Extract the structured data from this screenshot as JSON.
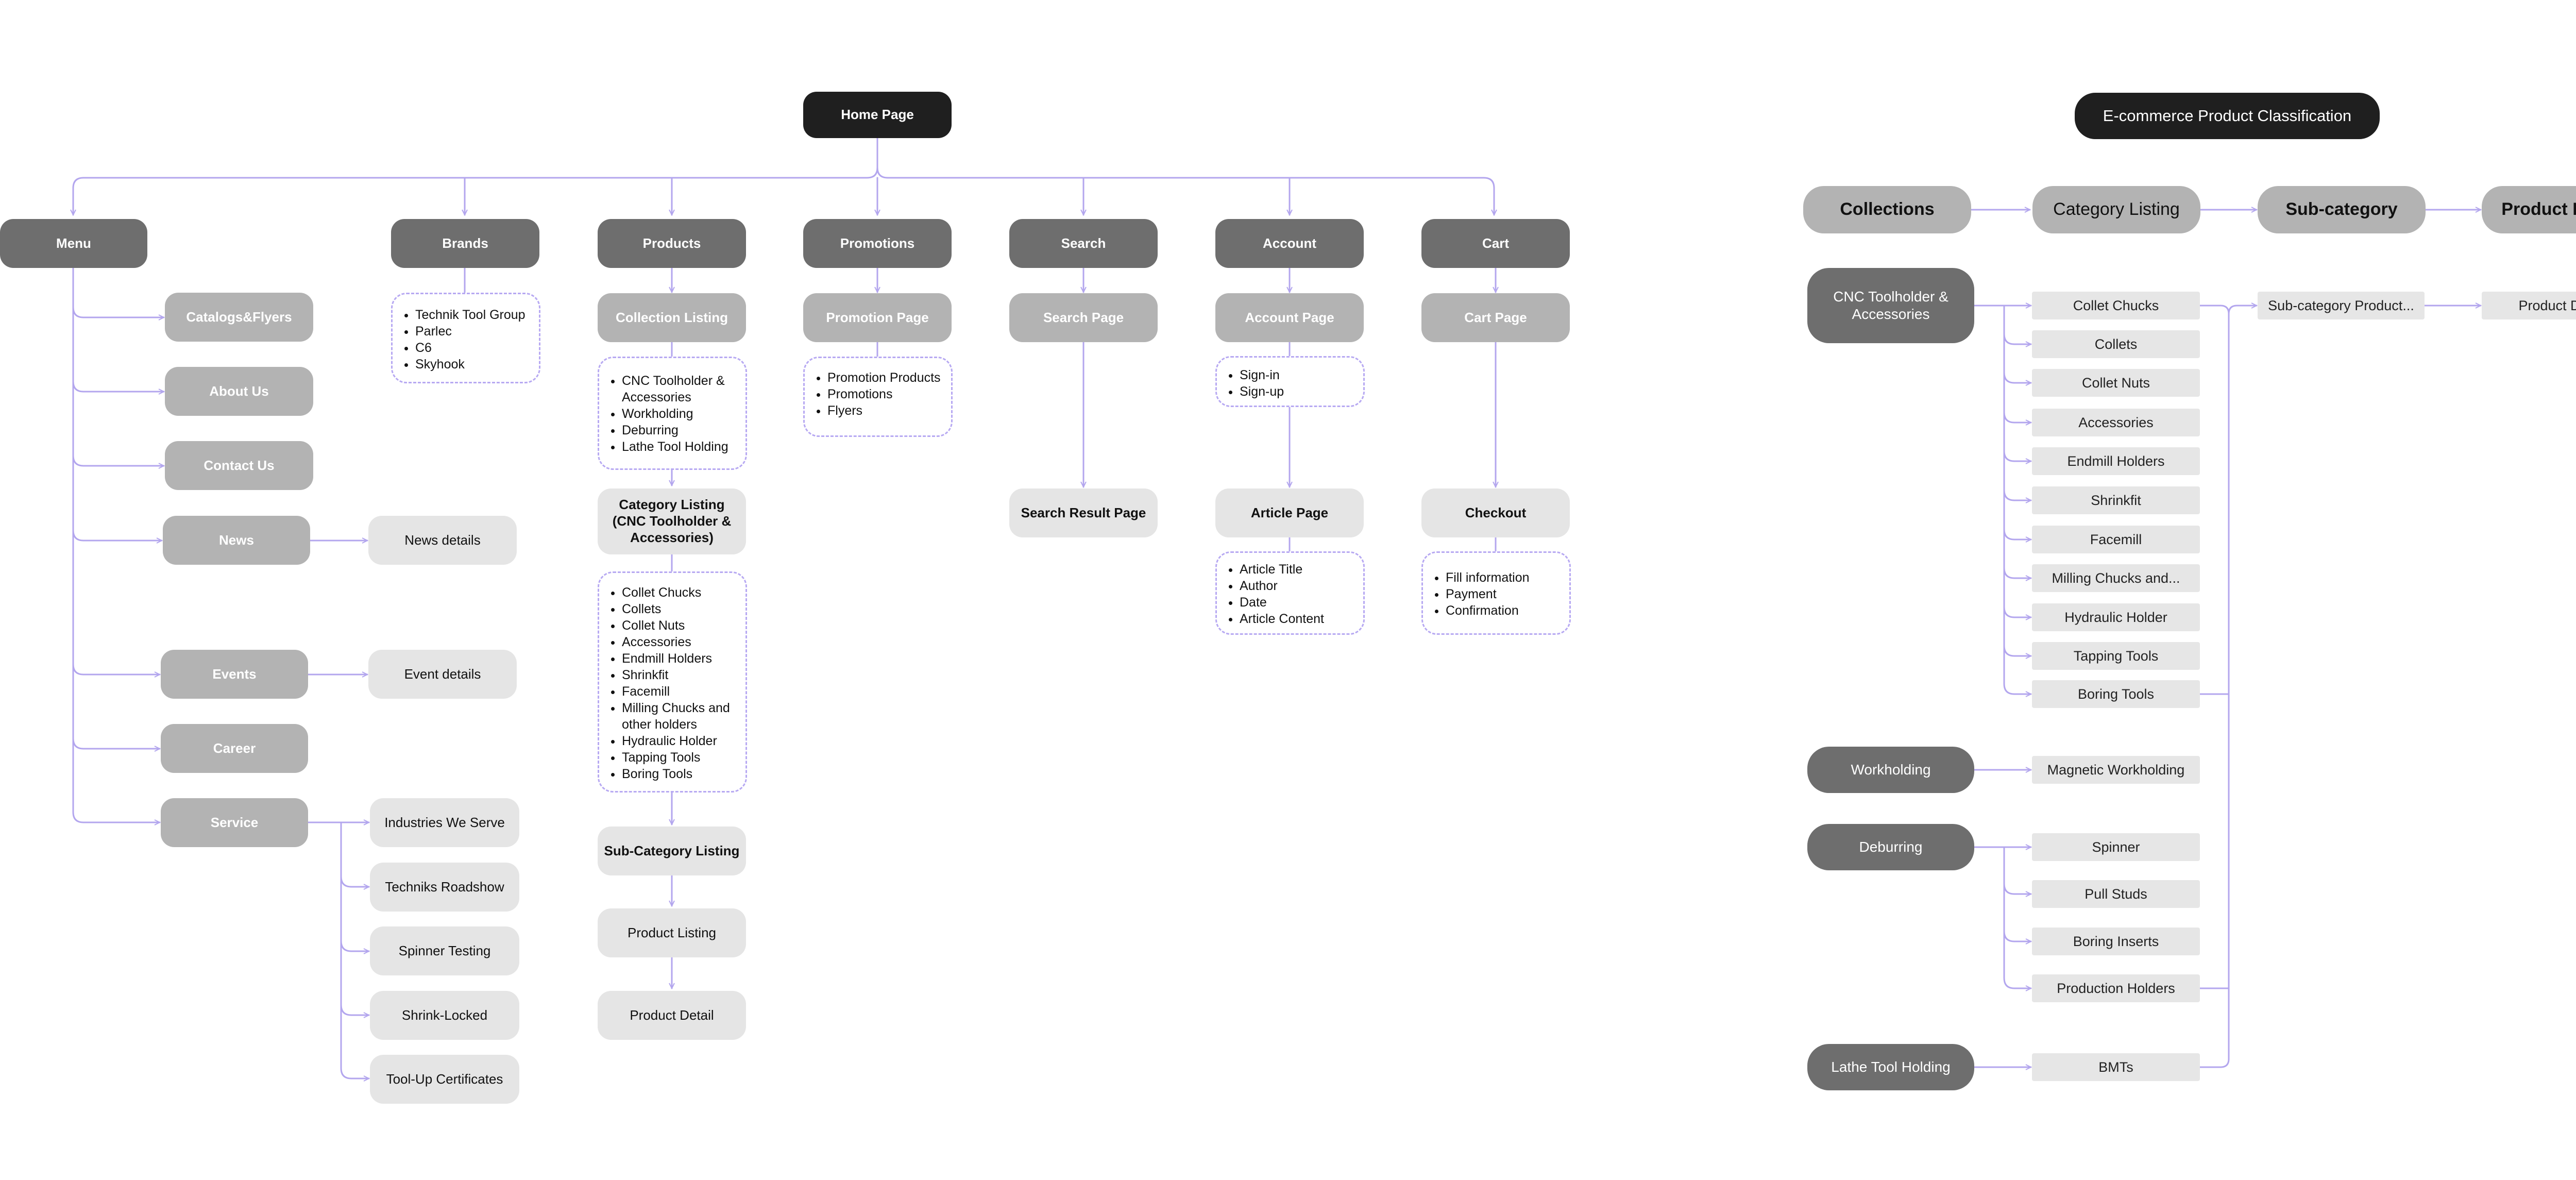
{
  "site_map": {
    "home": "Home Page",
    "menu": {
      "title": "Menu",
      "items": [
        "Catalogs&Flyers",
        "About Us",
        "Contact Us",
        "News",
        "Events",
        "Career",
        "Service"
      ],
      "news_details": "News details",
      "event_details": "Event details",
      "service_items": [
        "Industries We Serve",
        "Techniks Roadshow",
        "Spinner Testing",
        "Shrink-Locked",
        "Tool-Up Certificates"
      ]
    },
    "brands": {
      "title": "Brands",
      "list": [
        "Technik Tool Group",
        "Parlec",
        "C6",
        "Skyhook"
      ]
    },
    "products": {
      "title": "Products",
      "collection_listing": "Collection Listing",
      "collections": [
        "CNC Toolholder & Accessories",
        "Workholding",
        "Deburring",
        "Lathe Tool Holding"
      ],
      "category_listing": "Category Listing (CNC Toolholder & Accessories)",
      "categories": [
        "Collet Chucks",
        "Collets",
        "Collet Nuts",
        "Accessories",
        "Endmill Holders",
        "Shrinkfit",
        "Facemill",
        "Milling Chucks and other holders",
        "Hydraulic Holder",
        "Tapping Tools",
        "Boring Tools"
      ],
      "sub_category_listing": "Sub-Category Listing",
      "product_listing": "Product Listing",
      "product_detail": "Product Detail"
    },
    "promotions": {
      "title": "Promotions",
      "page": "Promotion Page",
      "list": [
        "Promotion Products",
        "Promotions",
        "Flyers"
      ]
    },
    "search": {
      "title": "Search",
      "page": "Search Page",
      "result": "Search Result Page"
    },
    "account": {
      "title": "Account",
      "page": "Account Page",
      "list": [
        "Sign-in",
        "Sign-up"
      ],
      "article_page": "Article Page",
      "article_fields": [
        "Article Title",
        "Author",
        "Date",
        "Article Content"
      ]
    },
    "cart": {
      "title": "Cart",
      "page": "Cart Page",
      "checkout": "Checkout",
      "checkout_steps": [
        "Fill information",
        "Payment",
        "Confirmation"
      ]
    }
  },
  "classification": {
    "title": "E-commerce Product Classification",
    "headers": [
      "Collections",
      "Category Listing",
      "Sub-category",
      "Product Details"
    ],
    "groups": [
      {
        "collection": "CNC Toolholder & Accessories",
        "categories": [
          "Collet Chucks",
          "Collets",
          "Collet Nuts",
          "Accessories",
          "Endmill Holders",
          "Shrinkfit",
          "Facemill",
          "Milling Chucks and...",
          "Hydraulic Holder",
          "Tapping Tools",
          "Boring Tools"
        ]
      },
      {
        "collection": "Workholding",
        "categories": [
          "Magnetic Workholding"
        ]
      },
      {
        "collection": "Deburring",
        "categories": [
          "Spinner",
          "Pull Studs",
          "Boring Inserts",
          "Production Holders"
        ]
      },
      {
        "collection": "Lathe Tool Holding",
        "categories": [
          "BMTs"
        ]
      }
    ],
    "sub_category": "Sub-category Product...",
    "product_details": "Product Details"
  },
  "colors": {
    "connector": "#b3a6ee",
    "dashed_border": "#b7a9f2",
    "black": "#1f1f1f",
    "dark_gray": "#6e6e6e",
    "mid_gray": "#b3b3b3",
    "light_gray": "#e5e5e5"
  }
}
